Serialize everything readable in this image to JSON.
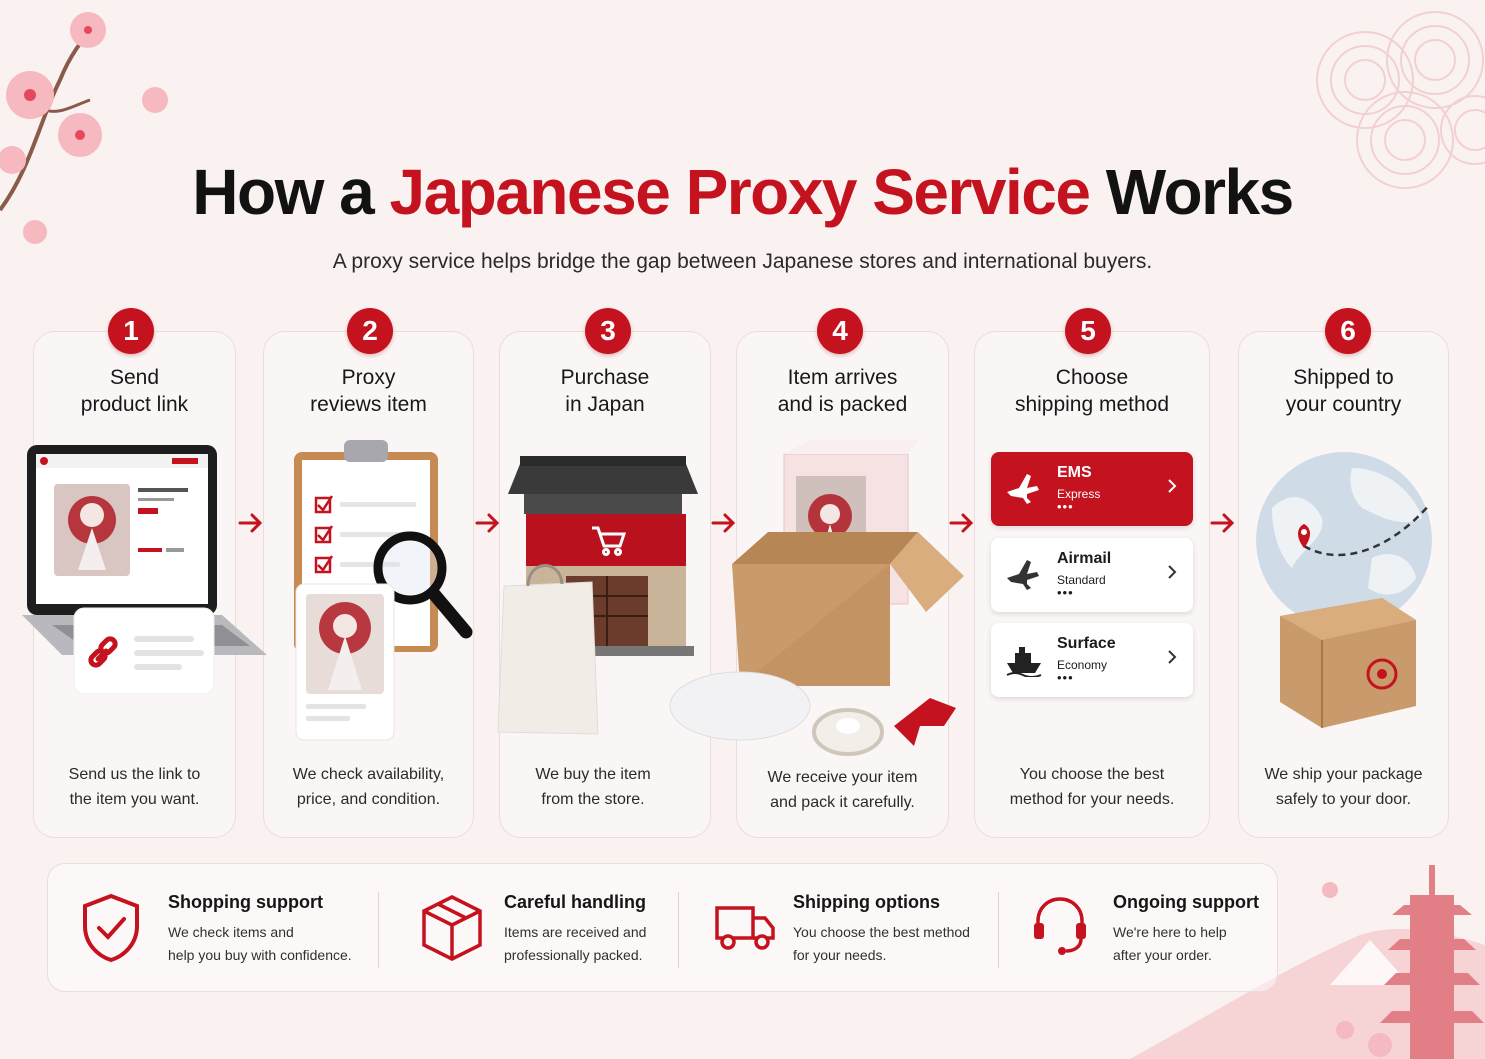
{
  "header": {
    "title_pre": "How a",
    "title_accent": "Japanese Proxy Service",
    "title_post": "Works",
    "subtitle": "A proxy service helps bridge the gap between Japanese stores and international buyers."
  },
  "steps": [
    {
      "number": "1",
      "title_line1": "Send",
      "title_line2": "product link",
      "desc_line1": "Send us the link to",
      "desc_line2": "the item you want."
    },
    {
      "number": "2",
      "title_line1": "Proxy",
      "title_line2": "reviews item",
      "desc_line1": "We check availability,",
      "desc_line2": "price, and condition."
    },
    {
      "number": "3",
      "title_line1": "Purchase",
      "title_line2": "in Japan",
      "desc_line1": "We buy the item",
      "desc_line2": "from the store."
    },
    {
      "number": "4",
      "title_line1": "Item arrives",
      "title_line2": "and is packed",
      "desc_line1": "We receive your item",
      "desc_line2": "and pack it carefully."
    },
    {
      "number": "5",
      "title_line1": "Choose",
      "title_line2": "shipping method",
      "desc_line1": "You choose the best",
      "desc_line2": "method for your needs."
    },
    {
      "number": "6",
      "title_line1": "Shipped to",
      "title_line2": "your country",
      "desc_line1": "We ship your package",
      "desc_line2": "safely to your door."
    }
  ],
  "shipping_options": [
    {
      "name": "EMS",
      "sub": "Express",
      "dots": "•••",
      "icon": "airplane-icon",
      "selected": true
    },
    {
      "name": "Airmail",
      "sub": "Standard",
      "dots": "•••",
      "icon": "airplane-icon",
      "selected": false
    },
    {
      "name": "Surface",
      "sub": "Economy",
      "dots": "•••",
      "icon": "ship-icon",
      "selected": false
    }
  ],
  "features": [
    {
      "title": "Shopping support",
      "desc_line1": "We check items and",
      "desc_line2": "help you buy with confidence.",
      "icon": "shield-check-icon"
    },
    {
      "title": "Careful handling",
      "desc_line1": "Items are received and",
      "desc_line2": "professionally packed.",
      "icon": "box-icon"
    },
    {
      "title": "Shipping options",
      "desc_line1": "You choose the best method",
      "desc_line2": "for your needs.",
      "icon": "truck-icon"
    },
    {
      "title": "Ongoing support",
      "desc_line1": "We're here to help",
      "desc_line2": "after your order.",
      "icon": "headset-icon"
    }
  ],
  "colors": {
    "accent": "#c4121f",
    "background": "#f9f2f1",
    "text": "#1c1c1c"
  }
}
